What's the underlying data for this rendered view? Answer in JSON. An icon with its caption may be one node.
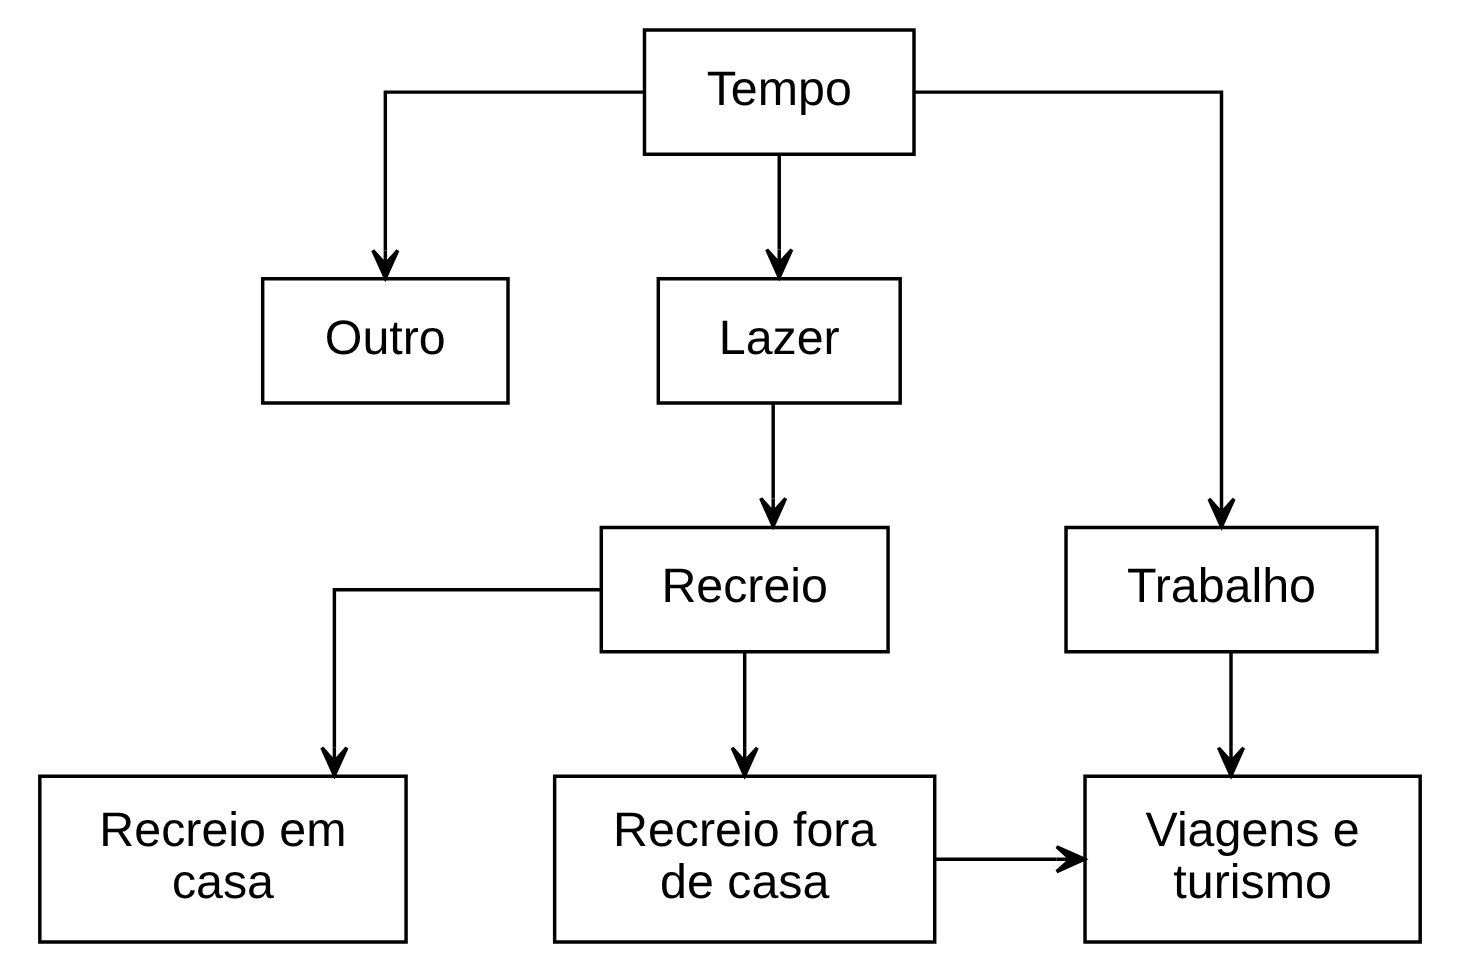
{
  "diagram": {
    "nodes": [
      {
        "text": [
          "Tempo"
        ]
      },
      {
        "text": [
          "Outro"
        ]
      },
      {
        "text": [
          "Lazer"
        ]
      },
      {
        "text": [
          "Trabalho"
        ]
      },
      {
        "text": [
          "Recreio"
        ]
      },
      {
        "text": [
          "Recreio em casa"
        ]
      },
      {
        "text": [
          "Recreio fora de casa"
        ]
      },
      {
        "text": [
          "Viagens e turismo"
        ]
      }
    ],
    "edges": [
      {
        "from": 0,
        "to": 1,
        "arrow": "to"
      },
      {
        "from": 0,
        "to": 2,
        "arrow": "to"
      },
      {
        "from": 0,
        "to": 3,
        "arrow": "to"
      },
      {
        "from": 2,
        "to": 4,
        "arrow": "to"
      },
      {
        "from": 4,
        "to": 5,
        "arrow": "to"
      },
      {
        "from": 4,
        "to": 6,
        "arrow": "to"
      },
      {
        "from": 3,
        "to": 7,
        "arrow": "to"
      },
      {
        "from": 6,
        "to": 7,
        "arrow": "to"
      }
    ]
  }
}
